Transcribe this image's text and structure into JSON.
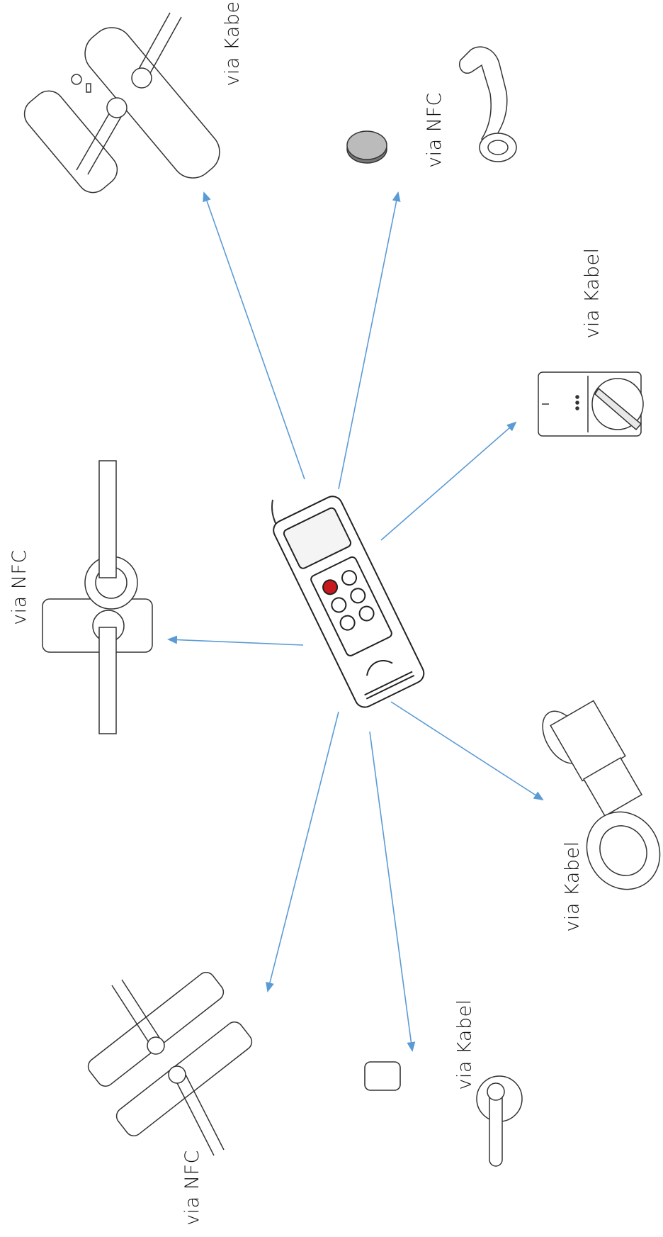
{
  "colors": {
    "arrow": "#5b9bd5",
    "outline": "#333333",
    "button_red": "#c8191e"
  },
  "device": {
    "icon": "handheld-programmer-icon"
  },
  "targets": [
    {
      "name": "long-plate-handle-top-left",
      "icon": "escutcheon-handle-icon",
      "label": "via Kabel"
    },
    {
      "name": "knob-handle-top-right",
      "icon": "door-knob-icon",
      "label": "via NFC"
    },
    {
      "name": "thumbturn-lock-right",
      "icon": "thumbturn-lock-icon",
      "label": "via Kabel"
    },
    {
      "name": "lever-plate-left",
      "icon": "lever-handle-icon",
      "label": "via NFC"
    },
    {
      "name": "cylinder-lock-bottom-right",
      "icon": "cylinder-lock-icon",
      "label": "via Kabel"
    },
    {
      "name": "round-handle-bottom-center",
      "icon": "round-rose-handle-icon",
      "label": "via Kabel"
    },
    {
      "name": "double-plate-handle-bottom-left",
      "icon": "double-escutcheon-handle-icon",
      "label": "via NFC"
    }
  ]
}
